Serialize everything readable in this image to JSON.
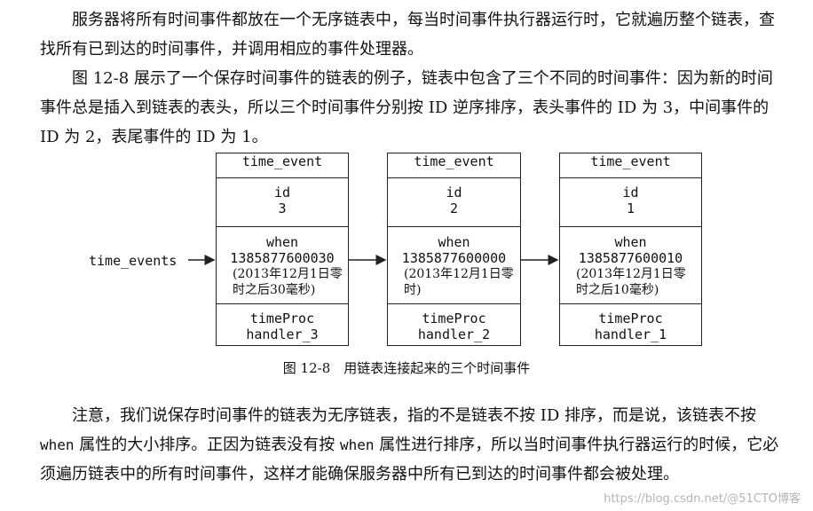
{
  "paragraph1": "服务器将所有时间事件都放在一个无序链表中，每当时间事件执行器运行时，它就遍历整个链表，查找所有已到达的时间事件，并调用相应的事件处理器。",
  "paragraph2": "图 12-8 展示了一个保存时间事件的链表的例子，链表中包含了三个不同的时间事件：因为新的时间事件总是插入到链表的表头，所以三个时间事件分别按 ID 逆序排序，表头事件的 ID 为 3，中间事件的 ID 为 2，表尾事件的 ID 为 1。",
  "pointer_label": "time_events",
  "nodes": [
    {
      "header": "time_event",
      "id_label": "id",
      "id": "3",
      "when_label": "when",
      "when": "1385877600030",
      "when_note_1": "(2013年12月1日零",
      "when_note_2": "时之后30毫秒)",
      "proc_label": "timeProc",
      "handler": "handler_3"
    },
    {
      "header": "time_event",
      "id_label": "id",
      "id": "2",
      "when_label": "when",
      "when": "1385877600000",
      "when_note_1": "(2013年12月1日零",
      "when_note_2": "时)",
      "proc_label": "timeProc",
      "handler": "handler_2"
    },
    {
      "header": "time_event",
      "id_label": "id",
      "id": "1",
      "when_label": "when",
      "when": "1385877600010",
      "when_note_1": "(2013年12月1日零",
      "when_note_2": "时之后10毫秒)",
      "proc_label": "timeProc",
      "handler": "handler_1"
    }
  ],
  "caption": "图 12-8　用链表连接起来的三个时间事件",
  "paragraph3_a": "注意，我们说保存时间事件的链表为无序链表，指的不是链表不按 ID 排序，而是说，该链表不按 ",
  "paragraph3_code1": "when",
  "paragraph3_b": " 属性的大小排序。正因为链表没有按 ",
  "paragraph3_code2": "when",
  "paragraph3_c": " 属性进行排序，所以当时间事件执行器运行的时候，它必须遍历链表中的所有时间事件，这样才能确保服务器中所有已到达的时间事件都会被处理。",
  "watermark": "https://blog.csdn.net/@51CTO博客"
}
